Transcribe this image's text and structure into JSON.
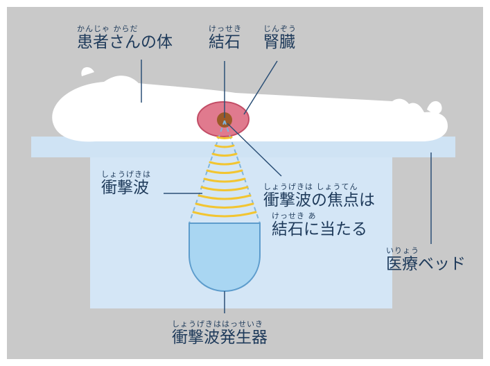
{
  "labels": {
    "patient": {
      "ruby": "かんじゃ からだ",
      "text": "患者さんの体"
    },
    "stone": {
      "ruby": "けっせき",
      "text": "結石"
    },
    "kidney": {
      "ruby": "じんぞう",
      "text": "腎臓"
    },
    "shockwave": {
      "ruby": "しょうげきは",
      "text": "衝撃波"
    },
    "focus_line1": {
      "ruby": "しょうげきは しょうてん",
      "text": "衝撃波の焦点は"
    },
    "focus_line2": {
      "ruby": "けっせき あ",
      "text": "結石に当たる"
    },
    "bed": {
      "ruby": "いりょう",
      "text": "医療ベッド"
    },
    "generator": {
      "ruby": "しょうげきははっせいき",
      "text": "衝撃波発生器"
    }
  },
  "colors": {
    "background": "#c9c9c9",
    "bed_top": "#cfe3f4",
    "bed_body": "#d4e6f6",
    "generator": "#a9d6f2",
    "wave": "#f2c531",
    "kidney": "#e07a8e",
    "stone": "#9b5a28",
    "text": "#1e3a5a",
    "leader": "#2b4f76"
  }
}
